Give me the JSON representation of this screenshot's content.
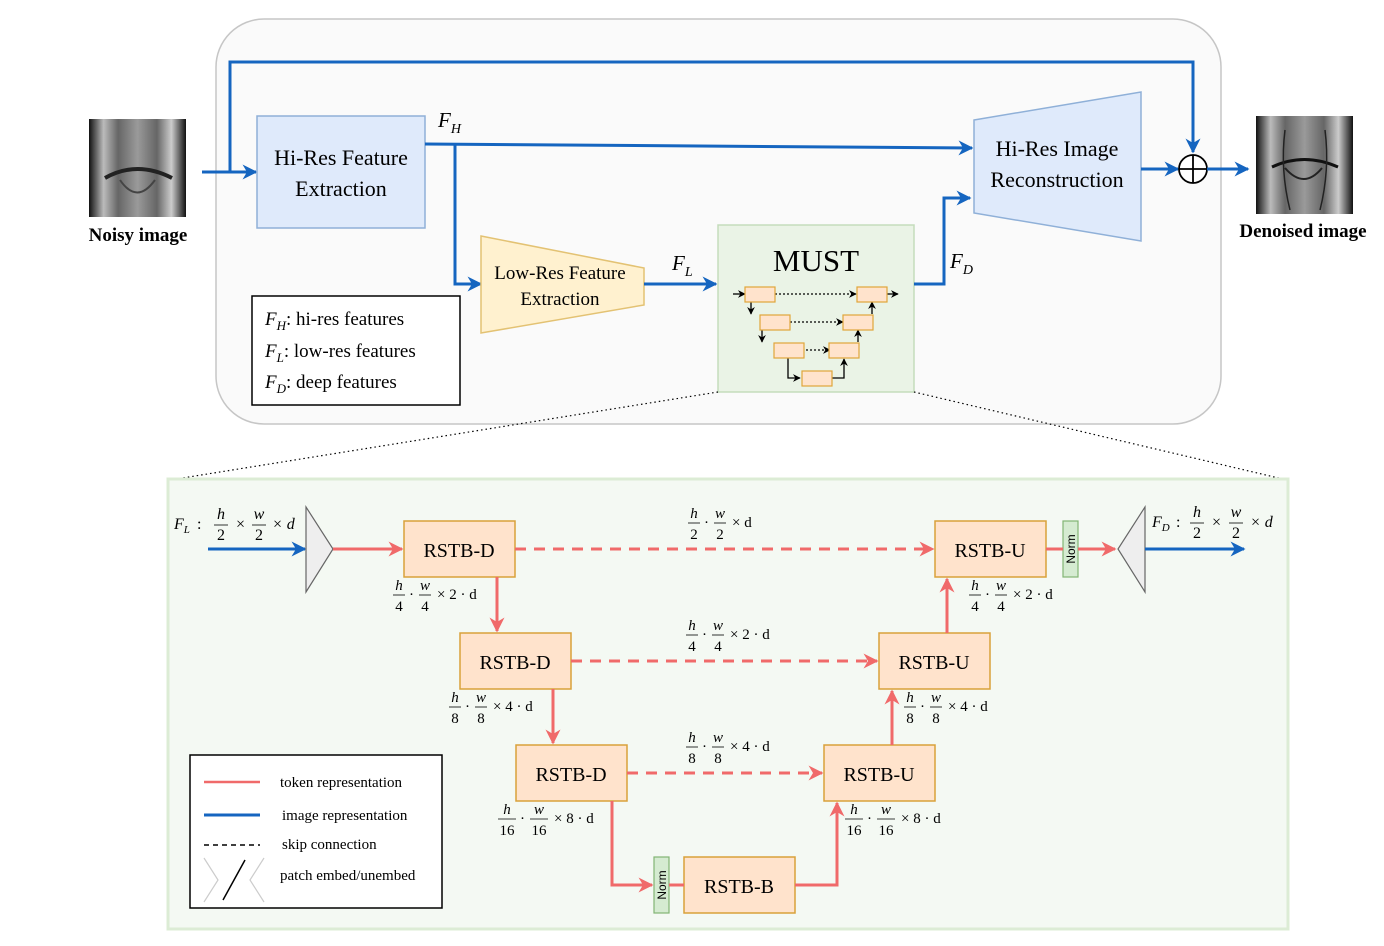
{
  "top": {
    "input_label": "Noisy image",
    "output_label": "Denoised image",
    "hires_extract": [
      "Hi-Res Feature",
      "Extraction"
    ],
    "lowres_extract": [
      "Low-Res Feature",
      "Extraction"
    ],
    "must_title": "MUST",
    "hires_recon": [
      "Hi-Res Image",
      "Reconstruction"
    ],
    "fh_sym": "F",
    "fh_sub": "H",
    "fl_sym": "F",
    "fl_sub": "L",
    "fd_sym": "F",
    "fd_sub": "D",
    "plus_icon": "circled-plus",
    "legend": [
      {
        "sym": "F",
        "sub": "H",
        "text": ": hi-res features"
      },
      {
        "sym": "F",
        "sub": "L",
        "text": ": low-res features"
      },
      {
        "sym": "F",
        "sub": "D",
        "text": ": deep features"
      }
    ]
  },
  "bottom": {
    "input_label": {
      "sym": "F",
      "sub": "L",
      "rest": ":",
      "num1": "h",
      "den1": "2",
      "op1": "×",
      "num2": "w",
      "den2": "2",
      "tail": "× d"
    },
    "output_label": {
      "sym": "F",
      "sub": "D",
      "rest": ":",
      "num1": "h",
      "den1": "2",
      "op1": "×",
      "num2": "w",
      "den2": "2",
      "tail": "× d"
    },
    "blocks": {
      "d1": "RSTB-D",
      "d2": "RSTB-D",
      "d3": "RSTB-D",
      "u1": "RSTB-U",
      "u2": "RSTB-U",
      "u3": "RSTB-U",
      "b": "RSTB-B"
    },
    "norm_label": "Norm",
    "dims": {
      "skip1": {
        "n1": "h",
        "d1": "2",
        "op": "·",
        "n2": "w",
        "d2": "2",
        "tail": "× d"
      },
      "skip2": {
        "n1": "h",
        "d1": "4",
        "op": "·",
        "n2": "w",
        "d2": "4",
        "tail": "× 2 · d"
      },
      "skip3": {
        "n1": "h",
        "d1": "8",
        "op": "·",
        "n2": "w",
        "d2": "8",
        "tail": "× 4 · d"
      },
      "down1": {
        "n1": "h",
        "d1": "4",
        "op": "·",
        "n2": "w",
        "d2": "4",
        "tail": "× 2 · d"
      },
      "down2": {
        "n1": "h",
        "d1": "8",
        "op": "·",
        "n2": "w",
        "d2": "8",
        "tail": "× 4 · d"
      },
      "down3": {
        "n1": "h",
        "d1": "16",
        "op": "·",
        "n2": "w",
        "d2": "16",
        "tail": "× 8 · d"
      },
      "up3": {
        "n1": "h",
        "d1": "16",
        "op": "·",
        "n2": "w",
        "d2": "16",
        "tail": "× 8 · d"
      },
      "up2": {
        "n1": "h",
        "d1": "8",
        "op": "·",
        "n2": "w",
        "d2": "8",
        "tail": "× 4 · d"
      },
      "up1": {
        "n1": "h",
        "d1": "4",
        "op": "·",
        "n2": "w",
        "d2": "4",
        "tail": "× 2 · d"
      }
    },
    "legend": [
      {
        "text": "token representation",
        "kind": "token",
        "color": "#f06a6a"
      },
      {
        "text": "image representation",
        "kind": "image",
        "color": "#1565c0"
      },
      {
        "text": "skip connection",
        "kind": "skip",
        "color": "#000000"
      },
      {
        "text": "patch embed/unembed",
        "kind": "patch",
        "color": "#bbbbbb"
      }
    ]
  },
  "colors": {
    "blue": "#1565c0",
    "red": "#f06a6a",
    "hires_fill": "#dfeafb",
    "hires_stroke": "#8fb0d8",
    "lowres_fill": "#fff1cf",
    "lowres_stroke": "#e3c273",
    "must_fill": "#eaf3e6",
    "must_stroke": "#c5dcbc",
    "rstb_fill": "#ffe3cc",
    "rstb_stroke": "#d9a13a",
    "norm_fill": "#d5ebd1",
    "norm_stroke": "#82b574",
    "panel_fill": "#fafafa",
    "panel_stroke": "#c6c6c6",
    "zoom_fill": "#f4f9f3",
    "zoom_stroke": "#dcecd5"
  }
}
